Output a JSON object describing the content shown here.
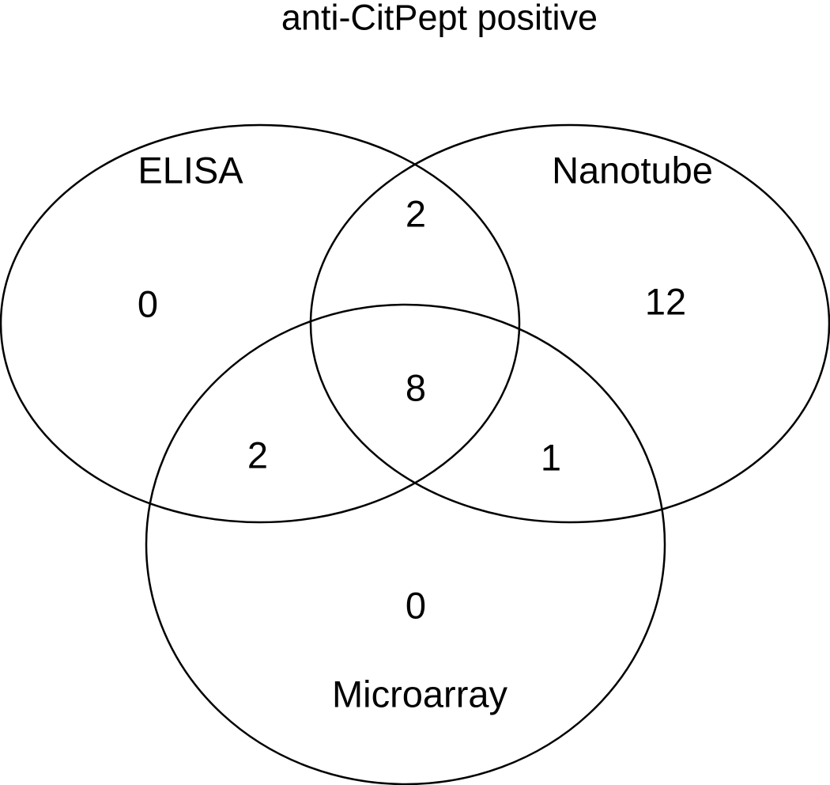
{
  "title": "anti-CitPept positive",
  "sets": {
    "elisa": {
      "label": "ELISA"
    },
    "nanotube": {
      "label": "Nanotube"
    },
    "microarray": {
      "label": "Microarray"
    }
  },
  "regions": {
    "elisa_only": "0",
    "nanotube_only": "12",
    "microarray_only": "0",
    "elisa_nanotube": "2",
    "elisa_microarray": "2",
    "nanotube_microarray": "1",
    "all_three": "8"
  }
}
